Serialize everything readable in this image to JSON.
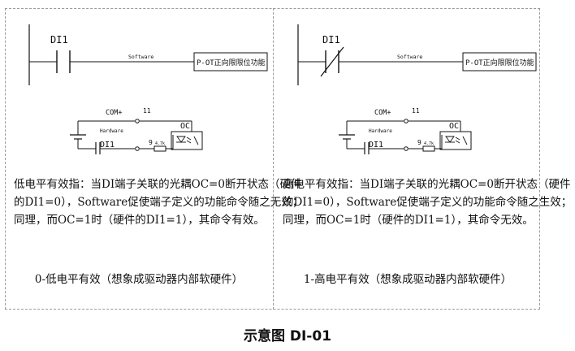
{
  "figure_title": "示意图 DI-01",
  "panels": {
    "left": {
      "ladder": {
        "contact_label": "DI1",
        "wire_label": "Software",
        "function_box": "P-OT正向限限位功能"
      },
      "circuit": {
        "com_label": "COM+",
        "pin_top": "11",
        "hw_label": "Hardware",
        "di_label": "DI1",
        "pin_bottom": "9",
        "resistor_label": "4.7k",
        "oc_label": "OC"
      },
      "description": [
        "低电平有效指：当DI端子关联的光耦OC=0断开状态（硬件",
        "的DI1=0），Software促使端子定义的功能命令随之无效；",
        "同理，而OC=1时（硬件的DI1=1），其命令有效。"
      ],
      "caption": "0-低电平有效（想象成驱动器内部软硬件）"
    },
    "right": {
      "ladder": {
        "contact_label": "DI1",
        "wire_label": "Software",
        "function_box": "P-OT正向限限位功能"
      },
      "circuit": {
        "com_label": "COM+",
        "pin_top": "11",
        "hw_label": "Hardware",
        "di_label": "DI1",
        "pin_bottom": "9",
        "resistor_label": "4.7k",
        "oc_label": "OC"
      },
      "description": [
        "高电平有效指：当DI端子关联的光耦OC=0断开状态（硬件",
        "的DI1=0），Software促使端子定义的功能命令随之生效；",
        "同理，而OC=1时（硬件的DI1=1），其命令无效。"
      ],
      "caption": "1-高电平有效（想象成驱动器内部软硬件）"
    }
  }
}
